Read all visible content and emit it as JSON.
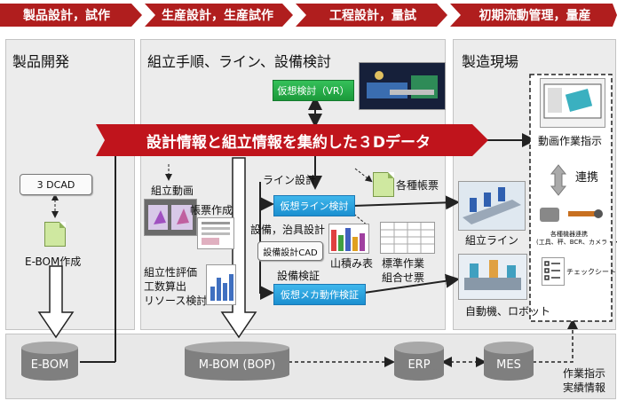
{
  "phases": [
    "製品設計，試作",
    "生産設計，生産試作",
    "工程設計，量試",
    "初期流動管理，量産"
  ],
  "panels": {
    "product_dev": "製品開発",
    "assembly": "組立手順、ライン、設備検討",
    "factory": "製造現場"
  },
  "banner": "設計情報と組立情報を集約した３Dデータ",
  "product": {
    "cad": "3 DCAD",
    "ebom_label": "E-BOM作成"
  },
  "assembly": {
    "vr": "仮想検討（VR）",
    "anim": "組立動画",
    "chart": "帳票作成",
    "eval": [
      "組立性評価",
      "工数算出",
      "リソース検討"
    ],
    "line_design": "ライン設計",
    "virtual_line": "仮想ライン検討",
    "equip_design": "設備，治具設計",
    "equip_cad": "設備設計CAD",
    "equip_verify": "設備検証",
    "mecha_verify": "仮想メカ動作検証",
    "forms": "各種帳票",
    "yamazumi": "山積み表",
    "std_work": [
      "標準作業",
      "組合せ票"
    ]
  },
  "factory": {
    "video_instr": "動画作業指示",
    "link": "連携",
    "devices": [
      "各種機器連携",
      "(工具、秤、BCR、カメラ・・・)"
    ],
    "checksheet": "チェックシート",
    "line": "組立ライン",
    "auto": "自動機、ロボット"
  },
  "db": {
    "ebom": "E-BOM",
    "mbom": "M-BOM (BOP)",
    "erp": "ERP",
    "mes": "MES"
  },
  "instr": [
    "作業指示",
    "実績情報"
  ]
}
